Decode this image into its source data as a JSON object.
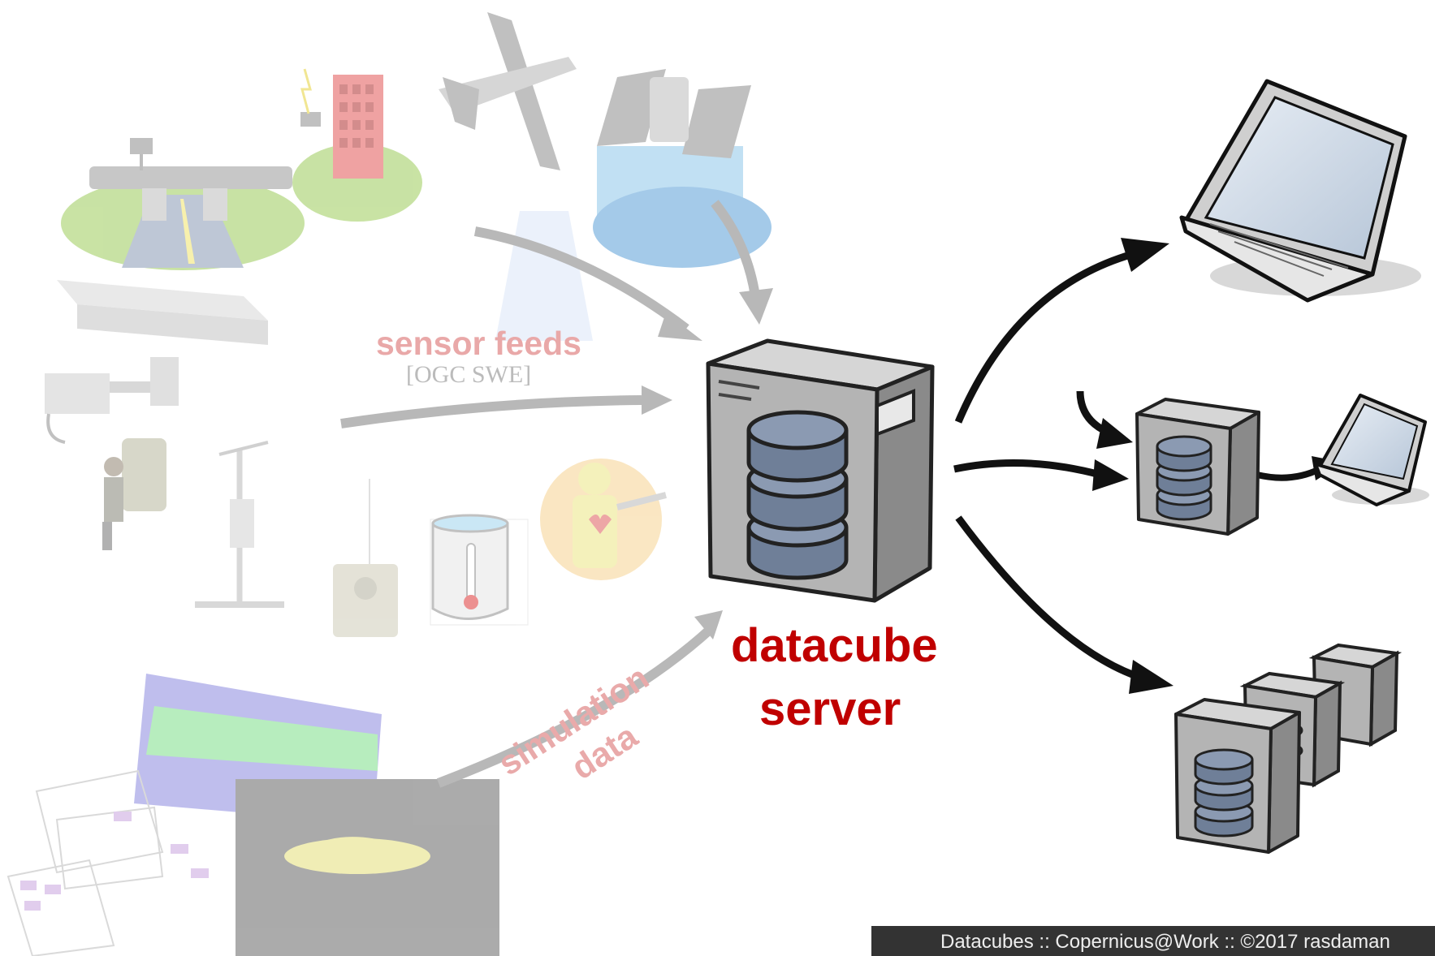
{
  "labels": {
    "sensor_feeds": "sensor feeds",
    "ogc_swe": "[OGC SWE]",
    "simulation": "simulation",
    "data": "data",
    "datacube": "datacube",
    "server": "server"
  },
  "footer": {
    "text": "Datacubes  ::  Copernicus@Work  ::  ©2017 rasdaman"
  },
  "colors": {
    "accent_red": "#c00000",
    "faded_label": "#e9a8a8",
    "disk_blue": "#6f7f98",
    "server_gray": "#a8a8a8"
  }
}
